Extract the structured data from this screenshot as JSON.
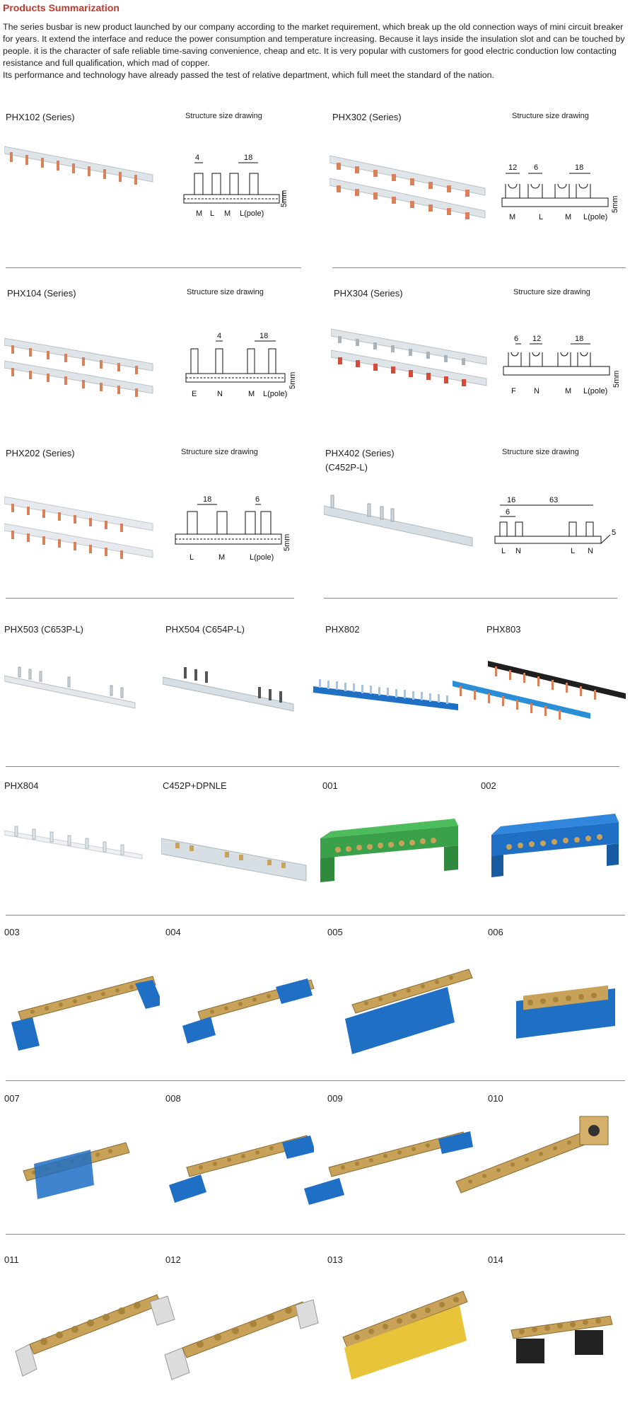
{
  "header": {
    "title": "Products Summarization",
    "intro": [
      "The series busbar is new product launched by our company according to the market requirement, which break up the old connection ways of mini circuit breaker for years. It extend the interface and reduce the power consumption and temperature increasing. Because it lays inside the insulation slot and can be touched by people. it is the character of safe reliable time-saving convenience, cheap and etc. It is very popular with customers for good electric conduction low contacting resistance and full qualification, which mad of copper.",
      "Its performance and technology have already passed the test of relative department, which full meet the standard of the nation."
    ]
  },
  "drawing_label": "Structure size drawing",
  "series": [
    {
      "name": "PHX102 (Series)",
      "dims": [
        "4",
        "18",
        "5mm"
      ],
      "poles": [
        "M",
        "L",
        "M",
        "L(pole)"
      ]
    },
    {
      "name": "PHX302 (Series)",
      "dims": [
        "12",
        "6",
        "18",
        "5mm"
      ],
      "poles": [
        "M",
        "L",
        "M",
        "L(pole)"
      ]
    },
    {
      "name": "PHX104 (Series)",
      "dims": [
        "4",
        "18",
        "5mm"
      ],
      "poles": [
        "E",
        "N",
        "M",
        "L(pole)"
      ]
    },
    {
      "name": "PHX304 (Series)",
      "dims": [
        "6",
        "12",
        "18",
        "5mm"
      ],
      "poles": [
        "F",
        "N",
        "M",
        "L(pole)"
      ]
    },
    {
      "name": "PHX202 (Series)",
      "dims": [
        "18",
        "6",
        "5mm"
      ],
      "poles": [
        "L",
        "M",
        "L(pole)"
      ]
    },
    {
      "name": "PHX402 (Series)",
      "sub": "(C452P-L)",
      "dims": [
        "16",
        "63",
        "6",
        "5"
      ],
      "poles": [
        "L",
        "N",
        "L",
        "N"
      ]
    }
  ],
  "products": [
    {
      "label": "PHX503 (C653P-L)"
    },
    {
      "label": "PHX504 (C654P-L)"
    },
    {
      "label": "PHX802"
    },
    {
      "label": "PHX803"
    },
    {
      "label": "PHX804"
    },
    {
      "label": "C452P+DPNLE"
    },
    {
      "label": "001"
    },
    {
      "label": "002"
    },
    {
      "label": "003"
    },
    {
      "label": "004"
    },
    {
      "label": "005"
    },
    {
      "label": "006"
    },
    {
      "label": "007"
    },
    {
      "label": "008"
    },
    {
      "label": "009"
    },
    {
      "label": "010"
    },
    {
      "label": "011"
    },
    {
      "label": "012"
    },
    {
      "label": "013"
    },
    {
      "label": "014"
    }
  ],
  "colors": {
    "title": "#c0392b",
    "copper": "#d9825a",
    "silver": "#cfd6db",
    "blue": "#1f6fc4",
    "green": "#3aa04a",
    "brass": "#c9a25a",
    "yellow": "#e8c43a"
  }
}
